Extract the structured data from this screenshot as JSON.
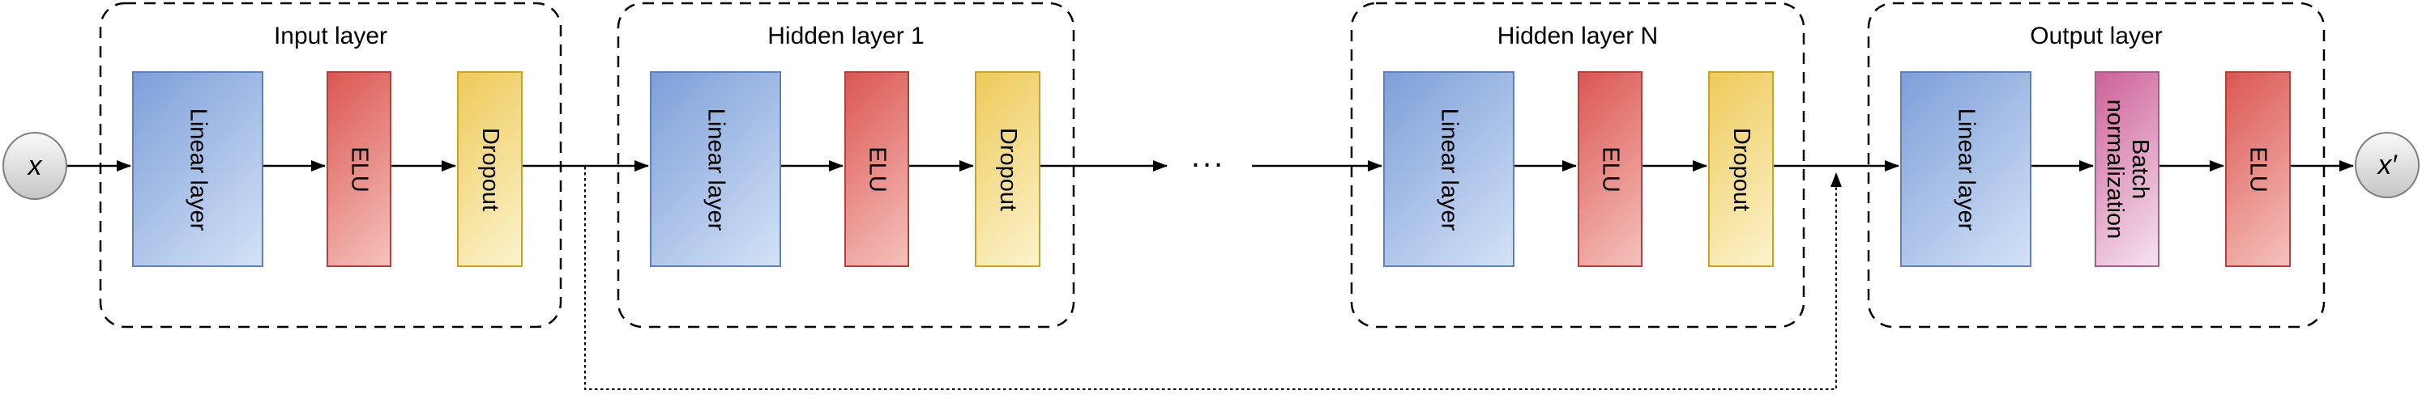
{
  "diagram": {
    "nodes": {
      "input": {
        "label": "x"
      },
      "output": {
        "label": "x′"
      }
    },
    "ellipsis": "...",
    "groups": [
      {
        "title": "Input layer",
        "blocks": [
          {
            "lines": [
              "Linear layer"
            ],
            "color": "blue"
          },
          {
            "lines": [
              "ELU"
            ],
            "color": "red"
          },
          {
            "lines": [
              "Dropout"
            ],
            "color": "yellow"
          }
        ]
      },
      {
        "title": "Hidden layer 1",
        "blocks": [
          {
            "lines": [
              "Linear layer"
            ],
            "color": "blue"
          },
          {
            "lines": [
              "ELU"
            ],
            "color": "red"
          },
          {
            "lines": [
              "Dropout"
            ],
            "color": "yellow"
          }
        ]
      },
      {
        "title": "Hidden layer N",
        "blocks": [
          {
            "lines": [
              "Linear layer"
            ],
            "color": "blue"
          },
          {
            "lines": [
              "ELU"
            ],
            "color": "red"
          },
          {
            "lines": [
              "Dropout"
            ],
            "color": "yellow"
          }
        ]
      },
      {
        "title": "Output layer",
        "blocks": [
          {
            "lines": [
              "Linear layer"
            ],
            "color": "blue"
          },
          {
            "lines": [
              "Batch",
              "normalization"
            ],
            "color": "purple"
          },
          {
            "lines": [
              "ELU"
            ],
            "color": "red"
          }
        ]
      }
    ],
    "colors": {
      "blue": {
        "fill_start": "#7d9fd8",
        "fill_end": "#d3e1f6",
        "stroke": "#6081b5"
      },
      "red": {
        "fill_start": "#db5752",
        "fill_end": "#f5c1bc",
        "stroke": "#b0413d"
      },
      "yellow": {
        "fill_start": "#edca5a",
        "fill_end": "#fcf3cd",
        "stroke": "#c9a227"
      },
      "purple": {
        "fill_start": "#cd6297",
        "fill_end": "#f6e3f0",
        "stroke": "#a05e93"
      },
      "node": {
        "fill_start": "#f9f9f9",
        "fill_end": "#c6c6c6",
        "stroke": "#7f7f7f"
      },
      "line": "#000000"
    }
  }
}
